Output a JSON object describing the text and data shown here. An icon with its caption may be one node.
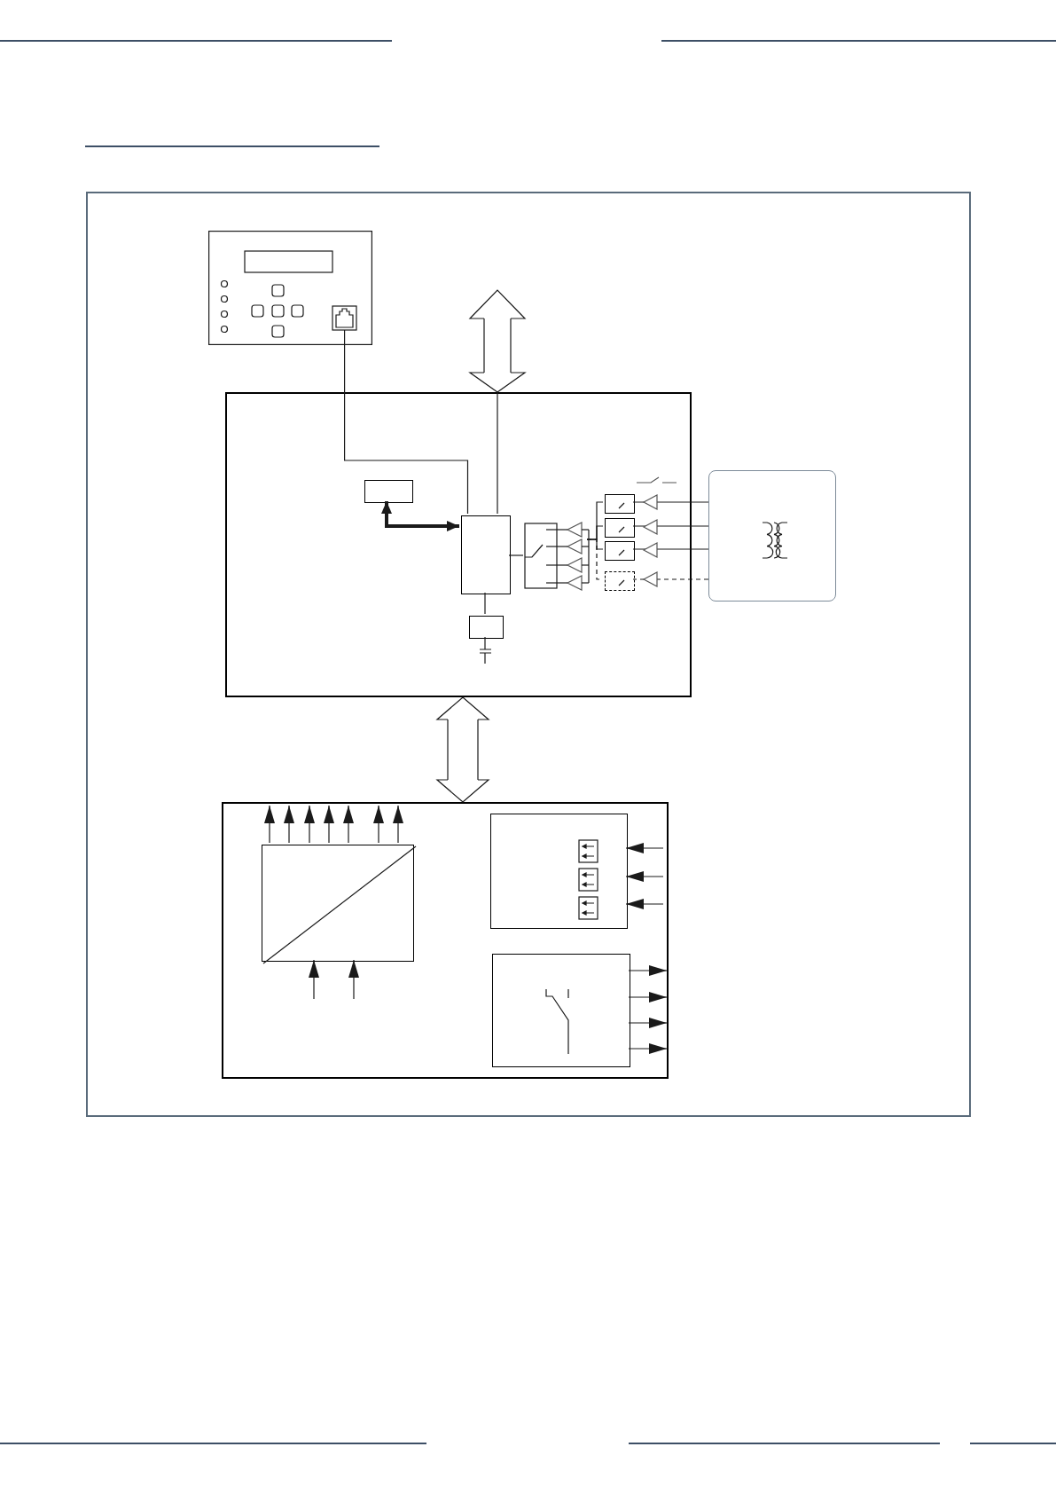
{
  "diagram": {
    "nodes": [
      {
        "text": [],
        "shape": "picture"
      },
      {
        "text": [],
        "shape": "box"
      },
      {
        "text": [],
        "shape": "box",
        "in": 1
      },
      {
        "text": [],
        "shape": "box",
        "in": 1
      },
      {
        "text": [],
        "shape": "box",
        "in": 1
      },
      {
        "text": [],
        "shape": "picture",
        "in": 1
      },
      {
        "text": [],
        "shape": "box",
        "in": 1
      },
      {
        "text": [],
        "shape": "box",
        "in": 1
      },
      {
        "text": [],
        "shape": "box",
        "in": 1
      },
      {
        "text": [],
        "shape": "box",
        "in": 1
      },
      {
        "text": [],
        "shape": "box"
      },
      {
        "text": [],
        "shape": "box"
      },
      {
        "text": [],
        "shape": "box",
        "in": 11
      },
      {
        "text": [],
        "shape": "box",
        "in": 11
      },
      {
        "text": [],
        "shape": "box",
        "in": 11
      }
    ],
    "edges": [
      {
        "from": 0,
        "to": 3,
        "arrow": "none"
      },
      {
        "from": null,
        "to": 1,
        "arrow": "both"
      },
      {
        "from": 2,
        "to": 3,
        "arrow": "both",
        "style": "thick"
      },
      {
        "from": 3,
        "to": 4,
        "arrow": "none"
      },
      {
        "from": 3,
        "to": 5,
        "arrow": "none"
      },
      {
        "from": 5,
        "to": 6,
        "arrow": "none"
      },
      {
        "from": 5,
        "to": 7,
        "arrow": "none"
      },
      {
        "from": 5,
        "to": 8,
        "arrow": "none"
      },
      {
        "from": 5,
        "to": 9,
        "arrow": "none",
        "style": "dashed"
      },
      {
        "from": 10,
        "to": 6,
        "arrow": "none"
      },
      {
        "from": 10,
        "to": 7,
        "arrow": "none"
      },
      {
        "from": 10,
        "to": 8,
        "arrow": "none"
      },
      {
        "from": 10,
        "to": 9,
        "arrow": "none",
        "style": "dashed"
      },
      {
        "from": 1,
        "to": 11,
        "arrow": "both"
      },
      {
        "from": 12,
        "to": null,
        "arrow": "to"
      },
      {
        "from": 12,
        "to": null,
        "arrow": "to"
      },
      {
        "from": 12,
        "to": null,
        "arrow": "to"
      },
      {
        "from": 12,
        "to": null,
        "arrow": "to"
      },
      {
        "from": 12,
        "to": null,
        "arrow": "to"
      },
      {
        "from": 12,
        "to": null,
        "arrow": "to"
      },
      {
        "from": 12,
        "to": null,
        "arrow": "to"
      },
      {
        "from": null,
        "to": 12,
        "arrow": "to"
      },
      {
        "from": null,
        "to": 12,
        "arrow": "to"
      },
      {
        "from": null,
        "to": 13,
        "arrow": "to"
      },
      {
        "from": null,
        "to": 13,
        "arrow": "to"
      },
      {
        "from": null,
        "to": 13,
        "arrow": "to"
      },
      {
        "from": 14,
        "to": null,
        "arrow": "to"
      },
      {
        "from": 14,
        "to": null,
        "arrow": "to"
      },
      {
        "from": 14,
        "to": null,
        "arrow": "to"
      },
      {
        "from": 14,
        "to": null,
        "arrow": "to"
      },
      {
        "from": 1,
        "to": 3,
        "arrow": "none"
      }
    ]
  }
}
